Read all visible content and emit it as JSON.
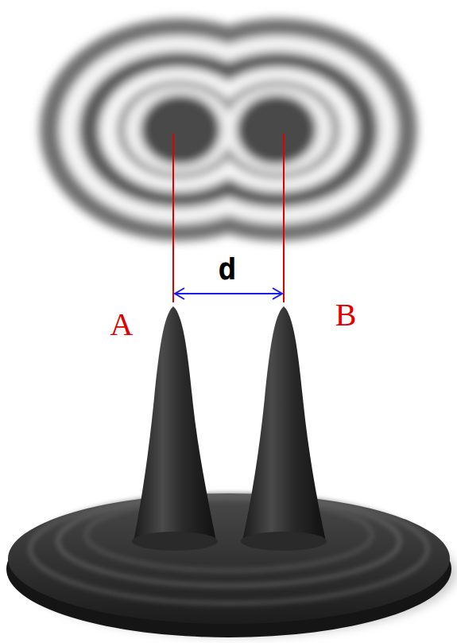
{
  "diagram": {
    "labels": [
      "d",
      "A",
      "B"
    ]
  }
}
